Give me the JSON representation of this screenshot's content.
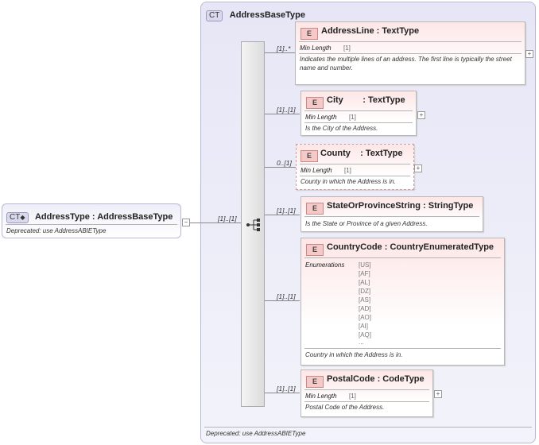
{
  "container": {
    "badge": "CT",
    "title": "AddressBaseType",
    "footer_note": "Deprecated: use AddressABIEType"
  },
  "root": {
    "badge": "CT",
    "title": "AddressType : AddressBaseType",
    "note": "Deprecated: use AddressABIEType",
    "cardinality": "[1]..[1]"
  },
  "elements": [
    {
      "badge": "E",
      "title": "AddressLine  : TextType",
      "cardinality": "[1]..*",
      "facet_label": "Min Length",
      "facet_value": "[1]",
      "description": "Indicates the multiple lines of an address. The first line is typically the street",
      "description2": "name and number."
    },
    {
      "badge": "E",
      "title": "City        : TextType",
      "cardinality": "[1]..[1]",
      "facet_label": "Min Length",
      "facet_value": "[1]",
      "description": "Is the City of the Address."
    },
    {
      "badge": "E",
      "title": "County    : TextType",
      "cardinality": "0..[1]",
      "facet_label": "Min Length",
      "facet_value": "[1]",
      "description": "County in which the Address is in."
    },
    {
      "badge": "E",
      "title": "StateOrProvinceString  : StringType",
      "cardinality": "[1]..[1]",
      "description": "Is the State or Province of a given Address."
    },
    {
      "badge": "E",
      "title": "CountryCode  : CountryEnumeratedType",
      "cardinality": "[1]..[1]",
      "facet_label": "Enumerations",
      "enumerations": [
        "[US]",
        "[AF]",
        "[AL]",
        "[DZ]",
        "[AS]",
        "[AD]",
        "[AO]",
        "[AI]",
        "[AQ]",
        "..."
      ],
      "description": "Country in which the Address is in."
    },
    {
      "badge": "E",
      "title": "PostalCode  : CodeType",
      "cardinality": "[1]..[1]",
      "facet_label": "Min Length",
      "facet_value": "[1]",
      "description": "Postal Code of the Address."
    }
  ],
  "icons": {
    "expand": "+",
    "collapse": "−"
  }
}
